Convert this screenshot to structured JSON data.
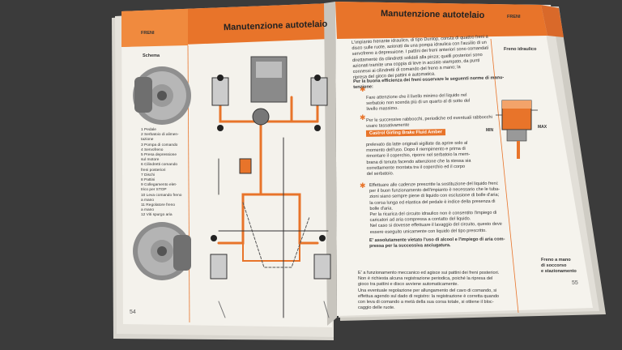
{
  "left_page": {
    "section_tab": "FRENI",
    "header_title": "Manutenzione autotelaio",
    "subtitle": "Schema",
    "page_number": "54",
    "legend": [
      "1 Pedale",
      "2 Serbatoio di alimen-",
      "   tazione",
      "3 Pompa di comando",
      "4 Servofreno",
      "5 Presa depressione",
      "   sul motore",
      "6 Cilindretti comando",
      "   freni posteriori",
      "7 Dischi",
      "8 Pattini",
      "9 Collegamento elet-",
      "   trico per STOP",
      "10 Leva comando freno",
      "   a mano",
      "11 Regolatore freno",
      "   a mano",
      "12 Viti spurgo aria"
    ]
  },
  "right_page": {
    "header_title": "Manutenzione autotelaio",
    "section_tab": "FRENI",
    "side_label_top": "Freno idraulico",
    "side_label_bottom": [
      "Freno a mano",
      "di soccorso",
      "e stazionamento"
    ],
    "page_number": "55",
    "diagram_labels": {
      "min": "MIN",
      "max": "MAX"
    },
    "para1": [
      "L'impianto frenante idraulico, di tipo Dunlop, consta di quattro freni a",
      "disco sulle ruote, azionati da una pompa idraulica con l'ausilio di un",
      "servofreno a depressione. I pattini dei freni anteriori sono comandati",
      "direttamente da cilindretti solidali alla pinza; quelli posteriori sono",
      "azionati tramite una coppia di leve in acciaio stampato, da punti",
      "connessi ai cilindretti di comando del freno a mano; la",
      "ripresa del gioco dei pattini è automatica."
    ],
    "heading_norms": [
      "Per la buona efficienza dei freni osservare le seguenti norme di manu-",
      "tenzione:"
    ],
    "bullet1": [
      "Fare attenzione che il livello minimo del liquido nel",
      "serbatoio non scenda più di un quarto al di sotto del",
      "livello massimo."
    ],
    "bullet2": [
      "Per le successive rabbocchi, periodiche ed eventuali rabbocchi",
      "usare tassativamente"
    ],
    "fluid_label": "Castrol Girling Brake Fluid Amber",
    "para2": [
      "prelevato da latte originali sigillate da aprire solo al",
      "momento dell'uso. Dopo il riempimento e prima di",
      "rimontare il coperchio, riporre nel serbatoio la mem-",
      "brana di tenuta facendo attenzione che la stessa sia",
      "correttamente montata tra il coperchio ed il corpo",
      "del serbatoio."
    ],
    "bullet3": [
      "Effettuare alle cadenze prescritte la sostituzione del liquido freni:",
      "per il buon funzionamento dell'impianto è necessario che le tuba-",
      "zioni siano sempre piene di liquido con esclusione di bolle d'aria;",
      "la corsa lunga ed elastica del pedale è indice della presenza di",
      "bolle d'aria.",
      "Per la ricarica del circuito idraulico non è consentito l'impiego di",
      "caricatori ad aria compressa a contatto del liquido.",
      "Nel caso si dovesse effettuare il lavaggio del circuito, questo deve",
      "essere eseguito unicamente con liquido del tipo prescritto."
    ],
    "warning": [
      "E' assolutamente vietato l'uso di alcool e l'impiego di aria com-",
      "pressa per la successiva asciugatura."
    ],
    "para3": [
      "E' a funzionamento meccanico ed agisce sui pattini dei freni posteriori.",
      "Non è richiesta alcuna registrazione periodica, poiché la ripresa del",
      "gioco tra pattini e disco avviene automaticamente.",
      "Una eventuale regolazione per allungamento del cavo di comando, si",
      "effettua agendo sul dado di registro: la registrazione è corretta quando",
      "con leva di comando a metà della sua corsa totale, si ottiene il bloc-",
      "caggio delle ruote."
    ]
  },
  "colors": {
    "accent_orange": "#e8742a",
    "page": "#f4f2ec",
    "background": "#3d3d3d"
  }
}
